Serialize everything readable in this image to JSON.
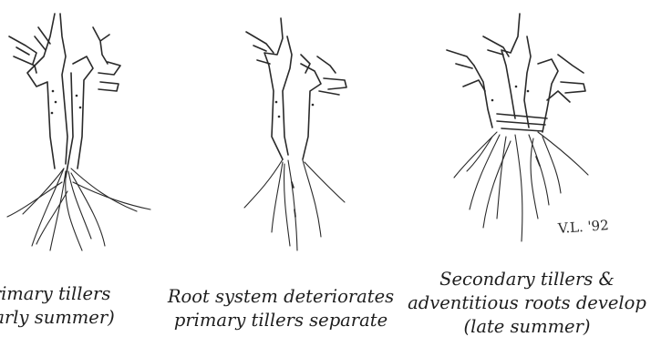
{
  "figure": {
    "panels": [
      {
        "caption_lines": [
          "Primary tillers",
          "(early summer)"
        ]
      },
      {
        "caption_lines": [
          "Root system deteriorates",
          "primary tillers separate"
        ]
      },
      {
        "caption_lines": [
          "Secondary tillers &",
          "adventitious roots develop",
          "(late summer)"
        ]
      }
    ],
    "signature": "V.L. '92"
  }
}
